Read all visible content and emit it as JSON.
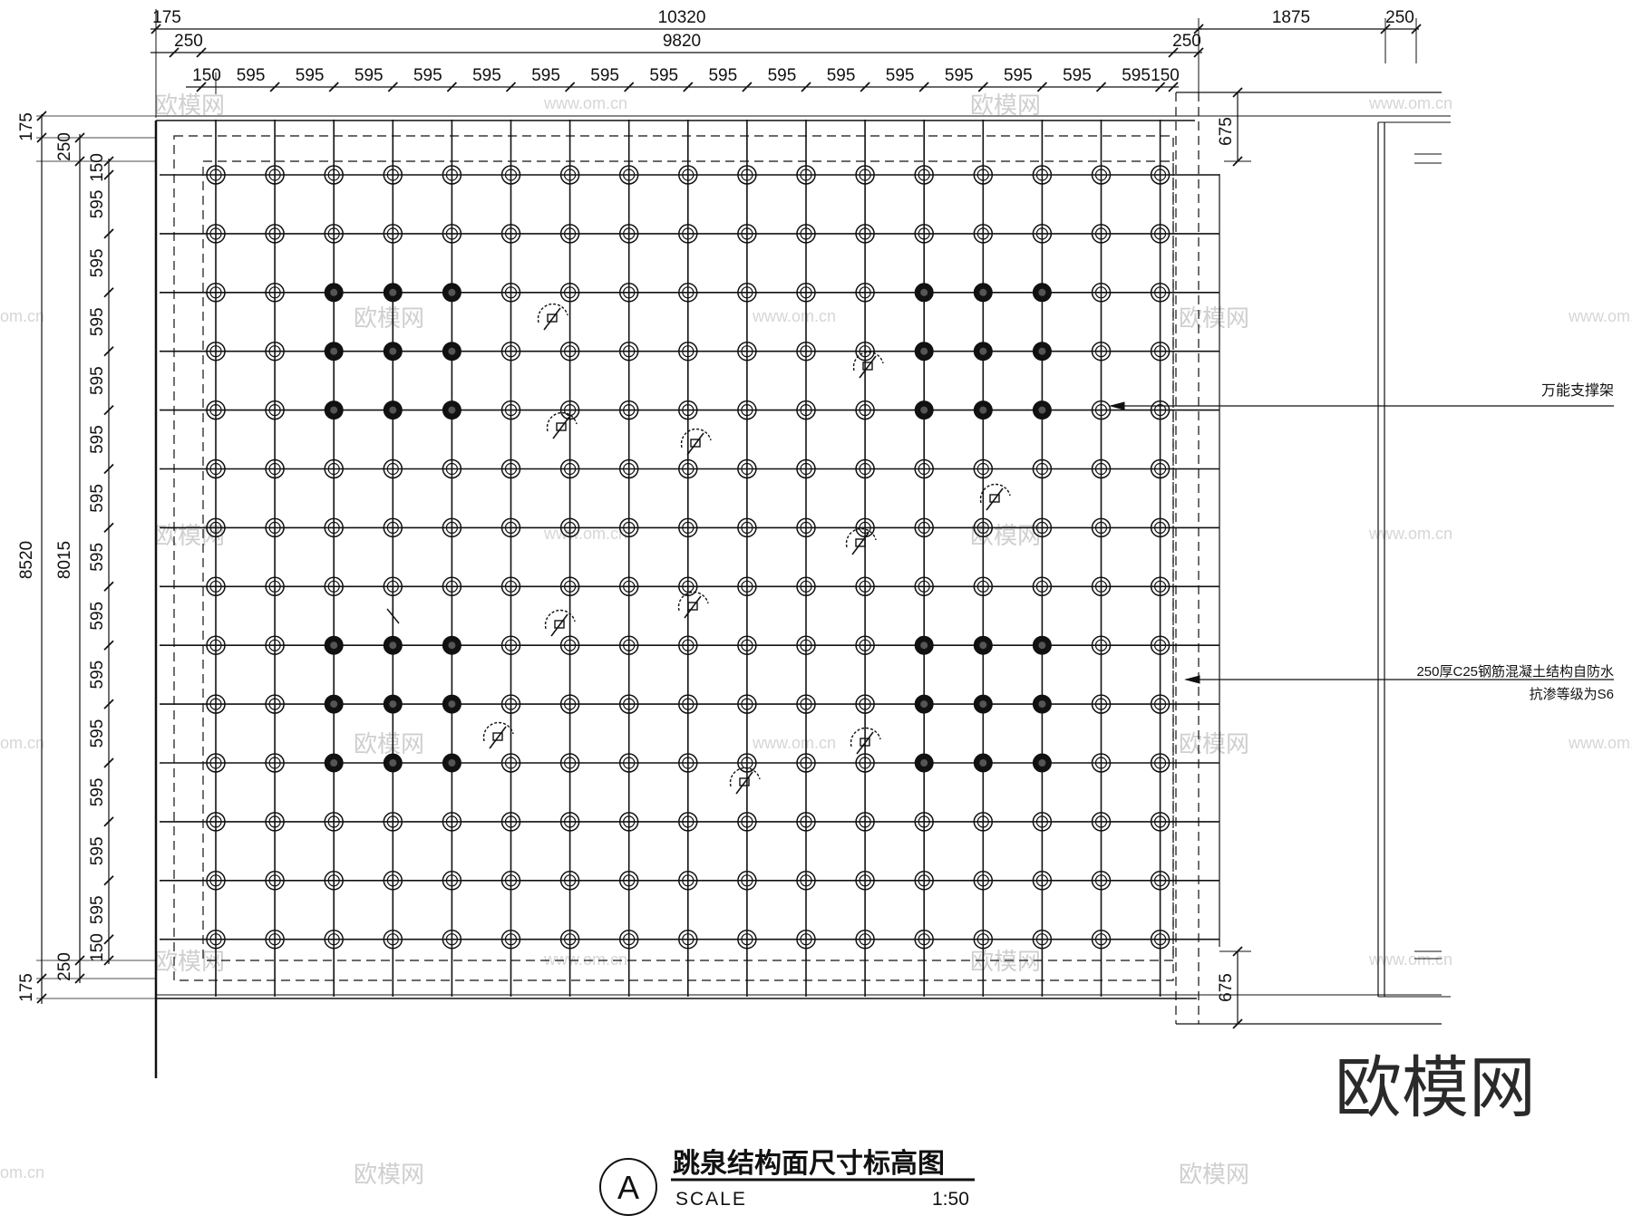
{
  "drawing": {
    "title": "跳泉结构面尺寸标高图",
    "scale_label": "SCALE",
    "scale_value": "1:50",
    "section_marker": "A"
  },
  "dimensions": {
    "top_overall": "10320",
    "top_left_offset": "175",
    "top_inner": "9820",
    "top_inner_left": "250",
    "top_inner_right": "250",
    "top_right_a": "1875",
    "top_right_b": "250",
    "grid_edge": "150",
    "grid_spacing": "595",
    "left_overall": "8520",
    "left_inner": "8015",
    "left_top_a": "175",
    "left_top_b": "250",
    "left_bottom_a": "175",
    "left_bottom_b": "250",
    "right_top_offset": "675",
    "right_bottom_offset": "675"
  },
  "annotations": {
    "support": "万能支撑架",
    "slab_line1": "250厚C25钢筋混凝土结构自防水",
    "slab_line2": "抗渗等级为S6"
  },
  "watermark": {
    "brand": "欧模网",
    "url": "www.om.cn",
    "url_short": "om.cn"
  },
  "colors": {
    "line": "#111111",
    "watermark": "#cfcfcf"
  }
}
